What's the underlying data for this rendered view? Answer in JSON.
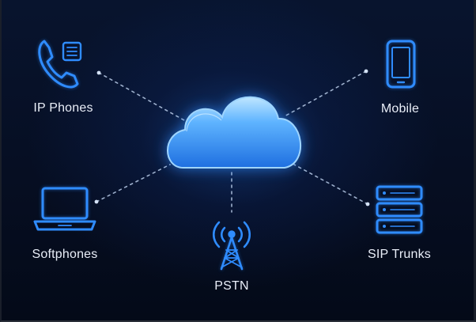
{
  "nodes": {
    "ip_phones": {
      "label": "IP Phones",
      "icon": "desk-phone-icon"
    },
    "mobile": {
      "label": "Mobile",
      "icon": "smartphone-icon"
    },
    "softphones": {
      "label": "Softphones",
      "icon": "laptop-icon"
    },
    "sip_trunks": {
      "label": "SIP Trunks",
      "icon": "server-rack-icon"
    },
    "pstn": {
      "label": "PSTN",
      "icon": "radio-tower-icon"
    }
  },
  "hub": {
    "icon": "cloud-icon"
  },
  "colors": {
    "background": "#060e22",
    "icon_stroke": "#2f8cff",
    "cloud_glow": "#3aa0ff",
    "connector": "#b8cbe8",
    "label_text": "#e9eef8"
  }
}
